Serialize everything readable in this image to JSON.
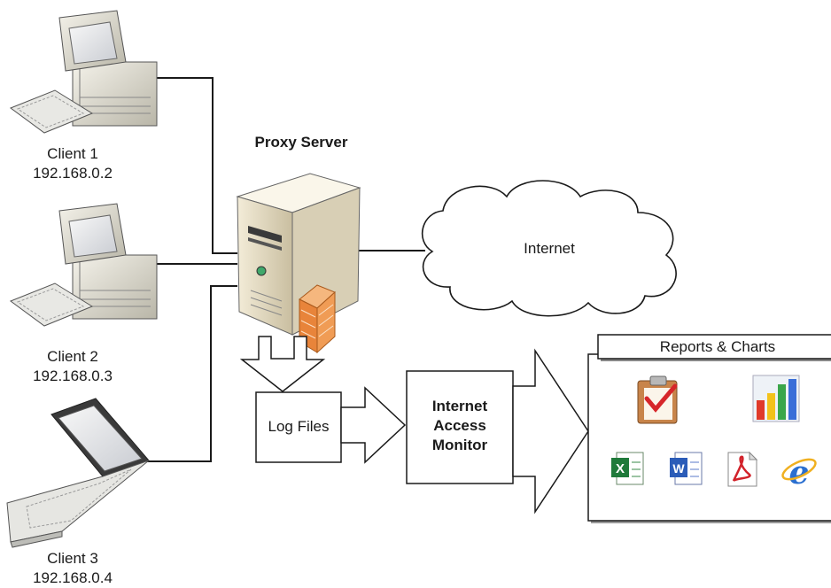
{
  "clients": [
    {
      "name": "Client 1",
      "ip": "192.168.0.2",
      "icon": "desktop-computer-icon"
    },
    {
      "name": "Client 2",
      "ip": "192.168.0.3",
      "icon": "desktop-computer-icon"
    },
    {
      "name": "Client 3",
      "ip": "192.168.0.4",
      "icon": "laptop-icon"
    }
  ],
  "proxy": {
    "label": "Proxy Server",
    "icon": "server-with-firewall-icon"
  },
  "internet": {
    "label": "Internet",
    "icon": "cloud-icon"
  },
  "log_files": {
    "label": "Log Files"
  },
  "monitor": {
    "line1": "Internet",
    "line2": "Access",
    "line3": "Monitor"
  },
  "reports": {
    "title": "Reports & Charts",
    "icons": [
      "clipboard-checklist-icon",
      "bar-chart-icon",
      "excel-icon",
      "word-icon",
      "pdf-icon",
      "internet-explorer-icon"
    ]
  },
  "colors": {
    "line": "#1a1a1a",
    "firewall": "#e8843a",
    "server_body": "#e8e0c8",
    "cloud_fill": "#ffffff"
  }
}
